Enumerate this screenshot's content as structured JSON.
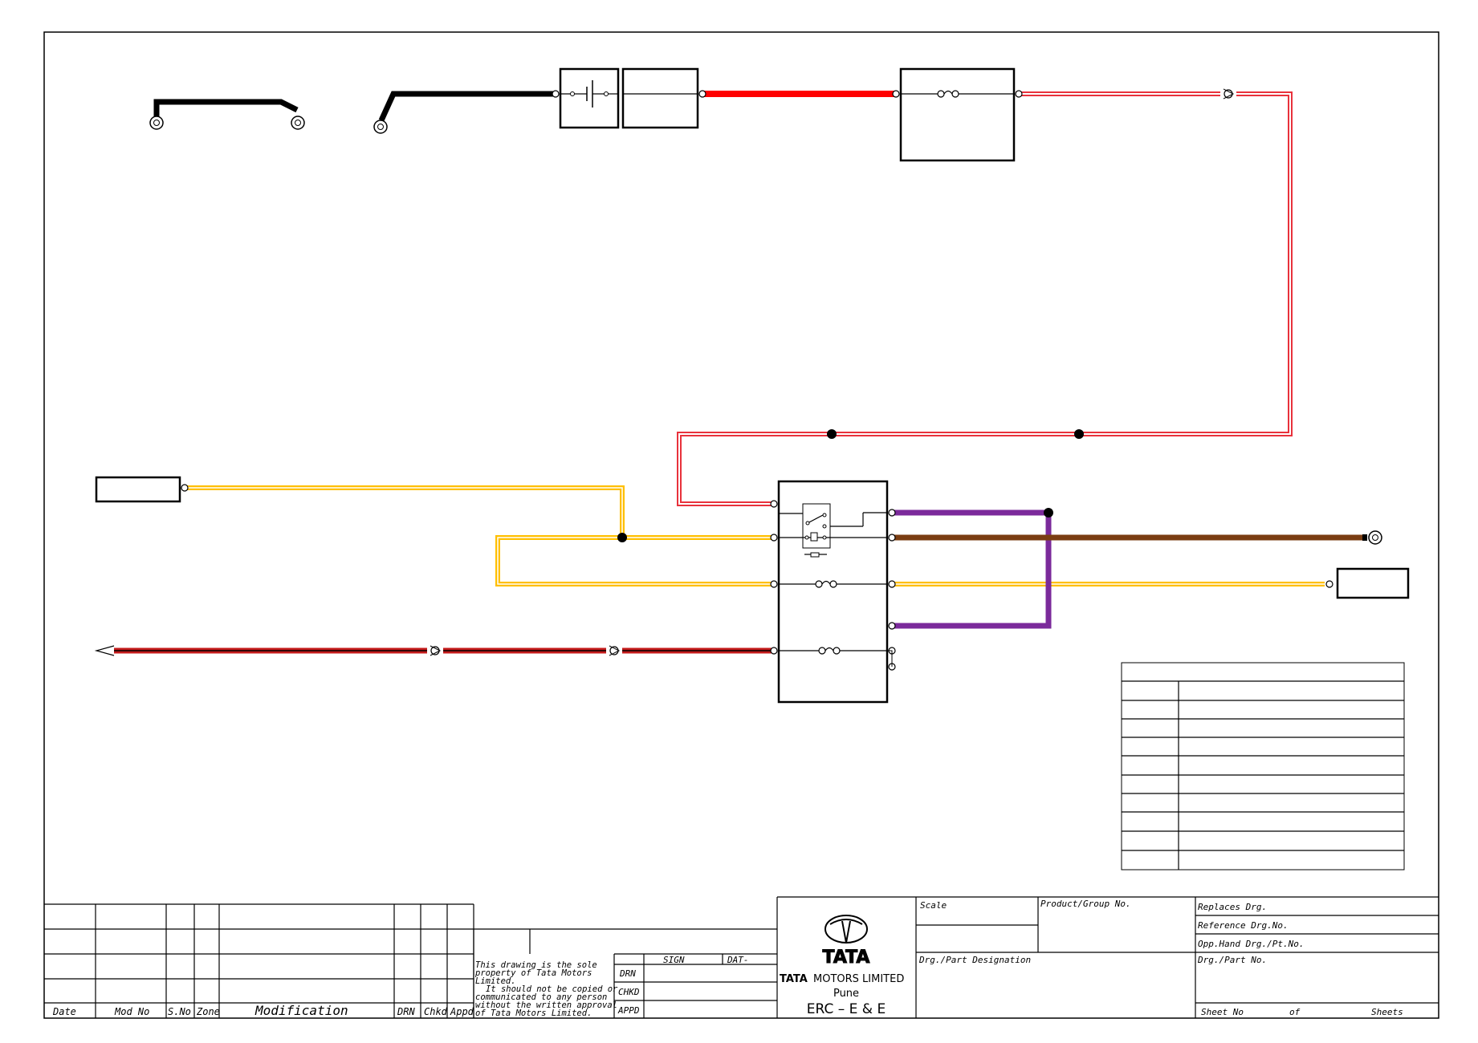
{
  "colors": {
    "black_wire": "#000000",
    "red_wire": "#ff0000",
    "red_outline": "#e8323c",
    "yellow_wire": "#ffbf00",
    "purple_wire": "#7b2a9b",
    "brown_wire": "#7a3d12",
    "red_black_wire": "#c41a1a"
  },
  "modification_block": {
    "date": "Date",
    "mod_no": "Mod No",
    "s_no": "S.No",
    "zone": "Zone",
    "modification": "Modification",
    "drn": "DRN",
    "chkd": "Chkd",
    "appd": "Appd"
  },
  "notice": {
    "line1": "This drawing is the sole",
    "line2": "property of Tata Motors",
    "line3": "Limited.",
    "line4": "It should not be copied or",
    "line5": "communicated to any person",
    "line6": "without the written approval",
    "line7": "of Tata Motors Limited."
  },
  "sign_block": {
    "sign": "SIGN",
    "date": "DAT-",
    "drn": "DRN",
    "chkd": "CHKD",
    "appd": "APPD"
  },
  "company": {
    "logo_word": "TATA",
    "brand": "TATA",
    "name": "MOTORS LIMITED",
    "city": "Pune",
    "dept": "ERC – E & E"
  },
  "fields": {
    "scale": "Scale",
    "product_group": "Product/Group No.",
    "replaces": "Replaces Drg.",
    "reference": "Reference Drg.No.",
    "opp_hand": "Opp.Hand Drg./Pt.No.",
    "designation": "Drg./Part Designation",
    "part_no": "Drg./Part No.",
    "sheet_no": "Sheet No",
    "of": "of",
    "sheets": "Sheets"
  }
}
